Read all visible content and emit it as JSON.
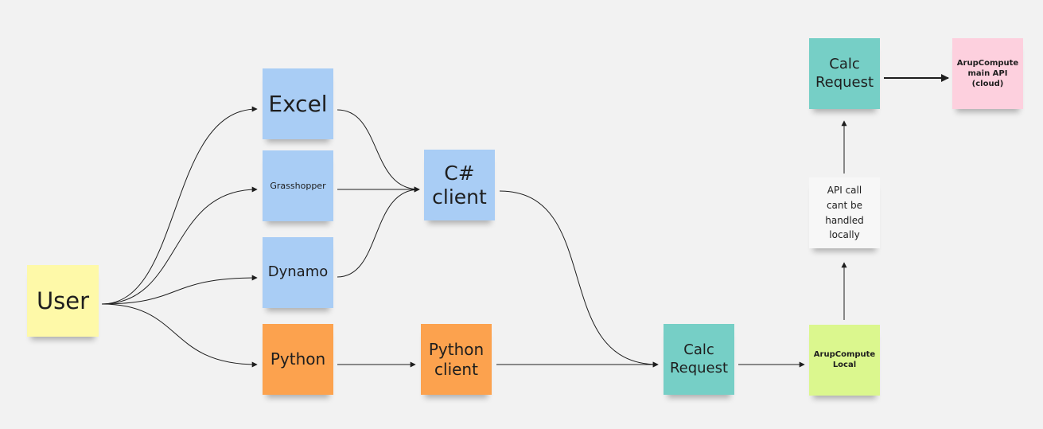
{
  "notes": {
    "user": "User",
    "excel": "Excel",
    "grasshopper": "Grasshopper",
    "dynamo": "Dynamo",
    "python": "Python",
    "csharp_client": "C#\nclient",
    "python_client": "Python\nclient",
    "calc_request_local": "Calc\nRequest",
    "arupcompute_local": "ArupCompute\nLocal",
    "api_call_note": "API call\ncant be\nhandled\nlocally",
    "calc_request_cloud": "Calc\nRequest",
    "arupcompute_cloud": "ArupCompute\nmain API\n(cloud)"
  },
  "colors": {
    "sticky_yellow": "#fef9a8",
    "sticky_blue": "#a9cdf5",
    "sticky_orange": "#fca24e",
    "sticky_teal": "#76cfc6",
    "sticky_green": "#dbf78e",
    "sticky_pink": "#fdd0de",
    "sticky_white": "#f7f7f7",
    "connector": "#1e1e1e",
    "canvas": "#f2f2f2"
  }
}
